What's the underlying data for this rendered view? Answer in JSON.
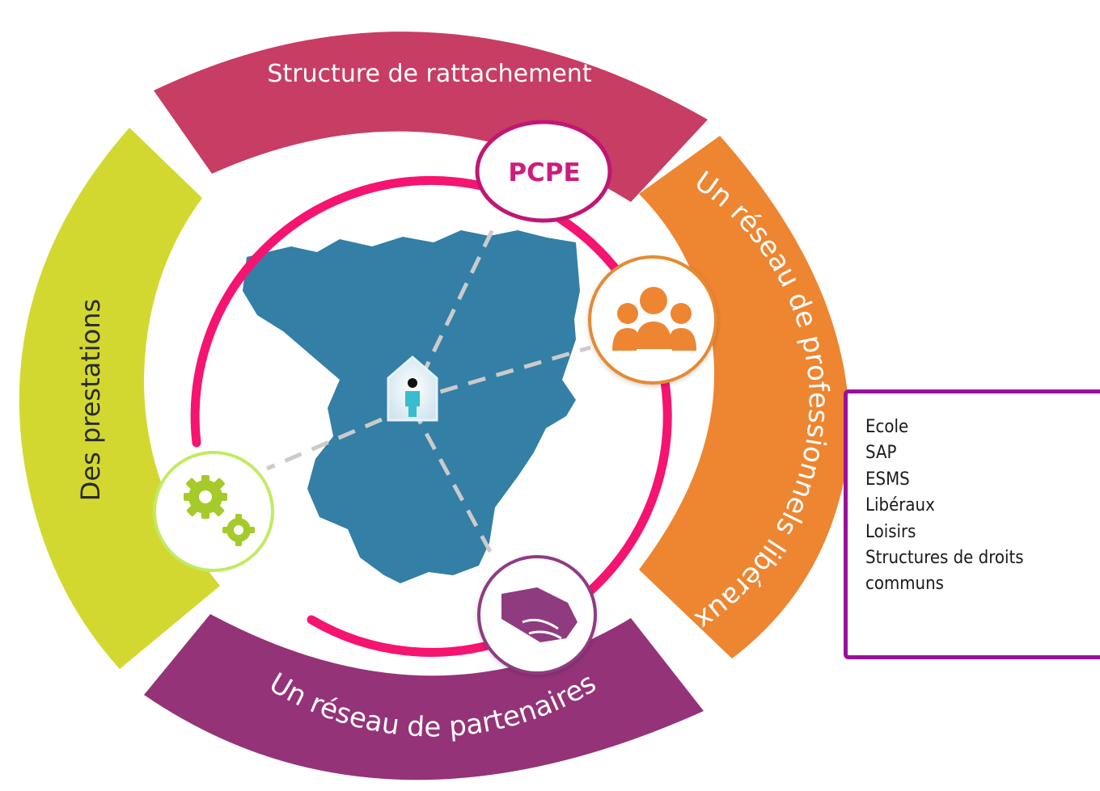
{
  "segments": {
    "top": "Structure de rattachement",
    "right": "Un réseau de professionnels libéraux",
    "bottom": "Un réseau de partenaires",
    "left": "Des prestations"
  },
  "center": {
    "label": "PCPE"
  },
  "icons": {
    "people": "people-group-icon",
    "gears": "gears-icon",
    "handshake": "handshake-icon",
    "person": "person-house-icon"
  },
  "colors": {
    "top": "#c73d63",
    "right": "#ee8530",
    "bottom": "#943378",
    "left": "#d2d830",
    "ring": "#f5146f",
    "map": "#337fa6",
    "list_border": "#9a109c"
  },
  "list": {
    "items": [
      "Ecole",
      "SAP",
      "ESMS",
      "Libéraux",
      "Loisirs",
      "Structures de droits",
      "communs"
    ]
  }
}
